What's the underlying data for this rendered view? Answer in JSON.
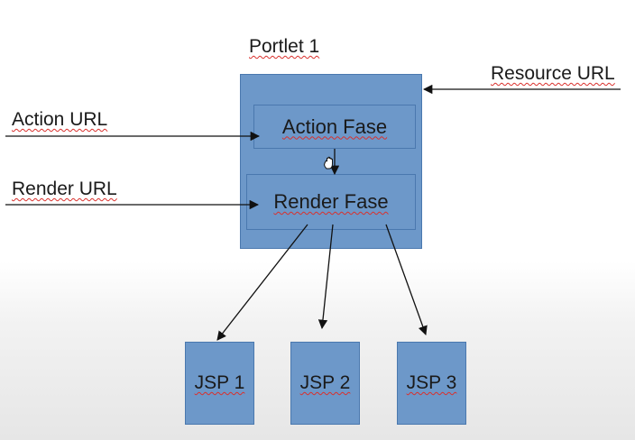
{
  "portlet": {
    "title": "Portlet 1"
  },
  "phases": {
    "action": "Action Fase",
    "render": "Render Fase"
  },
  "inputs": {
    "action_url": "Action URL",
    "render_url": "Render URL",
    "resource_url": "Resource URL"
  },
  "jsps": [
    "JSP 1",
    "JSP 2",
    "JSP 3"
  ],
  "colors": {
    "box_fill": "#6d98c9",
    "box_border": "#4a78ae",
    "arrow": "#111111"
  }
}
